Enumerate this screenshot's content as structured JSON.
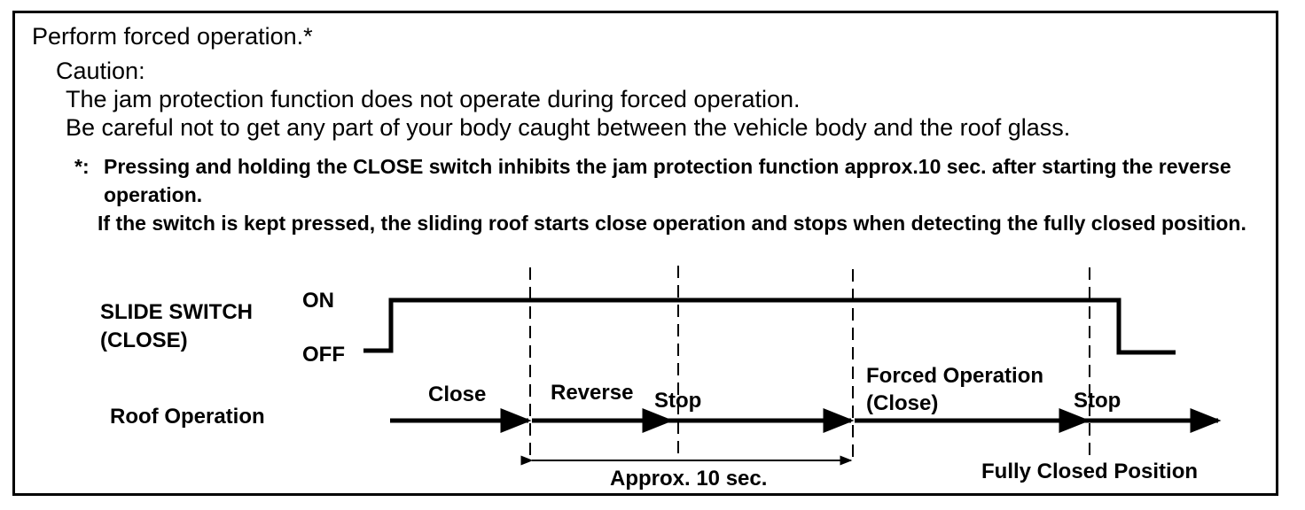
{
  "heading": "Perform forced operation.*",
  "caution": {
    "label": "Caution:",
    "line1": "The jam protection function does not operate during forced operation.",
    "line2": "Be careful not to get any part of your body caught between the vehicle body and the roof glass."
  },
  "footnote": {
    "marker": "*:",
    "text": "Pressing and holding the CLOSE switch inhibits the jam protection function approx.10 sec. after starting the reverse operation.",
    "continuation": "If the switch is kept pressed, the sliding roof starts close operation and stops when detecting the fully closed position."
  },
  "diagram": {
    "switch_label_1": "SLIDE SWITCH",
    "switch_label_2": "(CLOSE)",
    "on_label": "ON",
    "off_label": "OFF",
    "roof_label": "Roof Operation",
    "phase_close": "Close",
    "phase_reverse": "Reverse",
    "phase_stop_1": "Stop",
    "phase_forced_1": "Forced Operation",
    "phase_forced_2": "(Close)",
    "phase_stop_2": "Stop",
    "interval_label": "Approx. 10 sec.",
    "end_label": "Fully Closed Position"
  }
}
